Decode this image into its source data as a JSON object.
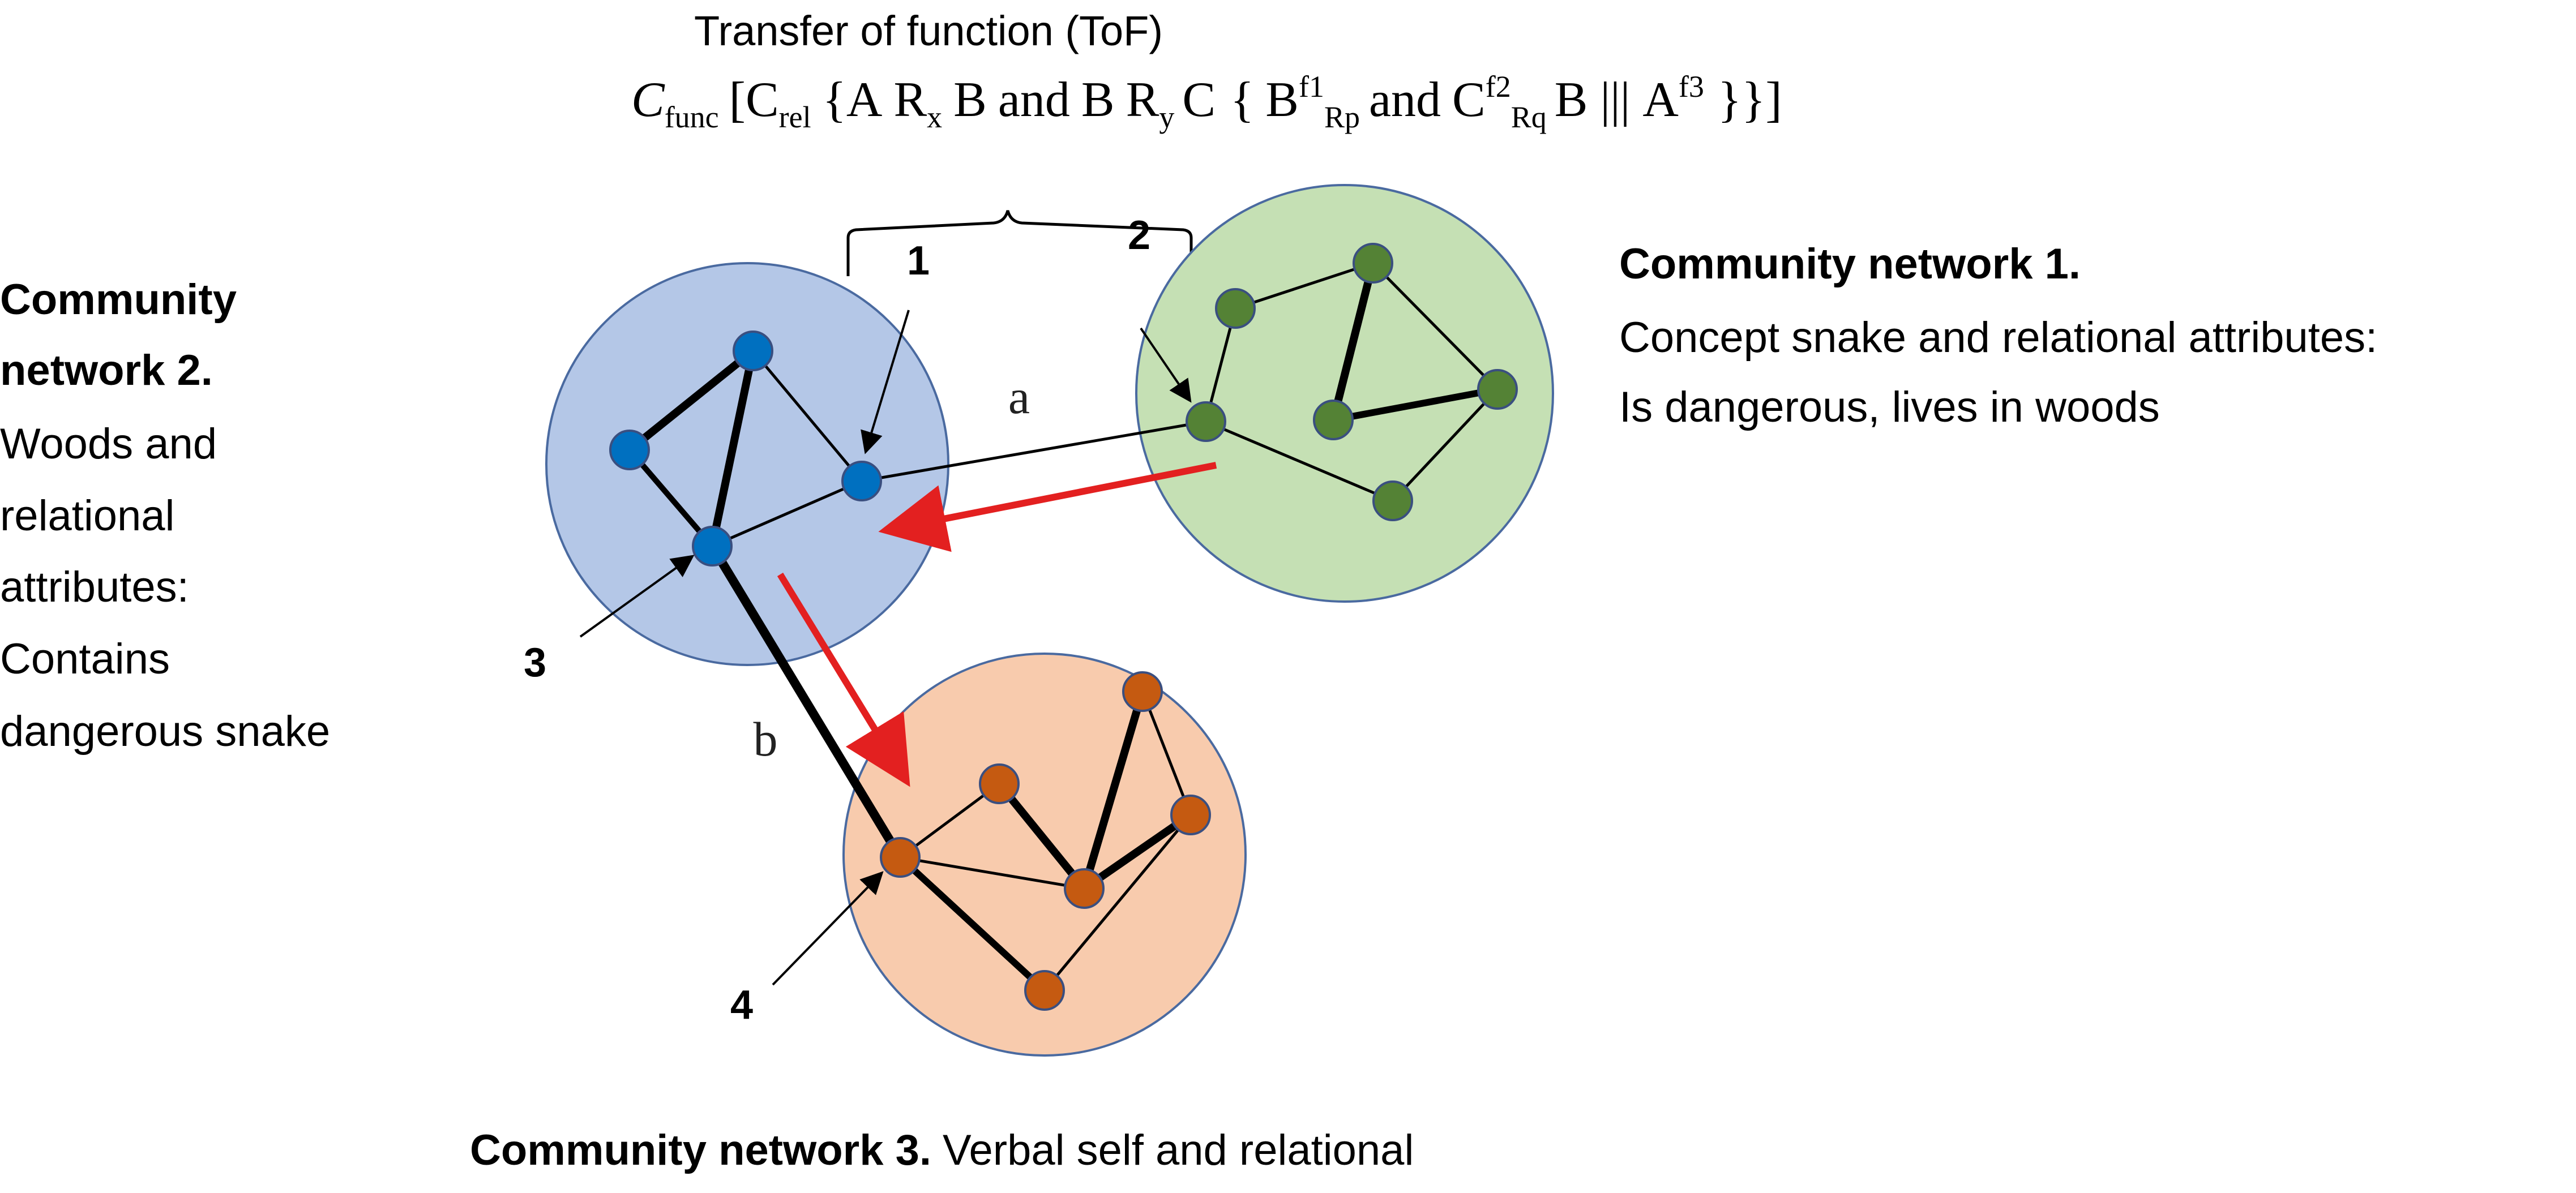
{
  "title": "Transfer of function (ToF)",
  "formula": {
    "c": "C",
    "func_sub": "func",
    "open_bracket": "[",
    "c_rel": "C",
    "rel_sub": "rel",
    "open_brace": "{",
    "a": "A",
    "r": "R",
    "x_sub": "x",
    "b": "B",
    "and": "and",
    "y_sub": "y",
    "c2": "C",
    "open_brace2": "{",
    "b2": "B",
    "f1_sup": "f1",
    "rp_sub": "Rp",
    "and2": "and",
    "c3": "C",
    "f2_sup": "f2",
    "rq_sub": "Rq",
    "b3": "B",
    "or": "|||",
    "a2": "A",
    "f3_sup": "f3",
    "close": "}}]"
  },
  "community1": {
    "heading": "Community network 1.",
    "line1": "Concept snake and relational attributes:",
    "line2": "Is dangerous, lives in woods",
    "color": "#c5e0b4"
  },
  "community2": {
    "heading_line1": "Community",
    "heading_line2": "network 2.",
    "lines": [
      "Woods and",
      "relational",
      "attributes:",
      "Contains",
      "dangerous snake"
    ],
    "color": "#b4c7e7"
  },
  "community3": {
    "heading": "Community network 3.",
    "text": "Verbal self and relational",
    "color": "#f8cbad"
  },
  "markers": {
    "m1": "1",
    "m2": "2",
    "m3": "3",
    "m4": "4"
  },
  "edge_labels": {
    "a": "a",
    "b": "b"
  },
  "colors": {
    "blue_node": "#0070c0",
    "green_node": "#548235",
    "orange_node": "#c55a11",
    "arrow_red": "#e32020",
    "circle_border": "#4a6aa0"
  }
}
